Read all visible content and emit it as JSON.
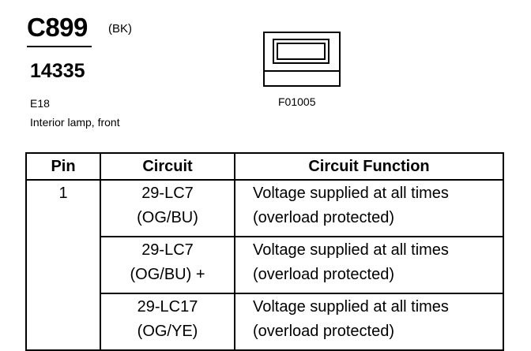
{
  "header": {
    "connector_id": "C899",
    "connector_color": "(BK)",
    "part_number": "14335",
    "location_code": "E18",
    "location_desc": "Interior lamp, front",
    "diagram_code": "F01005"
  },
  "table": {
    "headers": [
      "Pin",
      "Circuit",
      "Circuit Function"
    ],
    "rows": [
      {
        "pin": "1",
        "circuit_1": "29-LC7",
        "circuit_2": "(OG/BU)",
        "func_1": "Voltage supplied at all times",
        "func_2": "(overload protected)"
      },
      {
        "pin": "",
        "circuit_1": "29-LC7",
        "circuit_2": "(OG/BU) +",
        "func_1": "Voltage supplied at all times",
        "func_2": "(overload protected)"
      },
      {
        "pin": "",
        "circuit_1": "29-LC17",
        "circuit_2": "(OG/YE)",
        "func_1": "Voltage supplied at all times",
        "func_2": "(overload protected)"
      }
    ]
  }
}
